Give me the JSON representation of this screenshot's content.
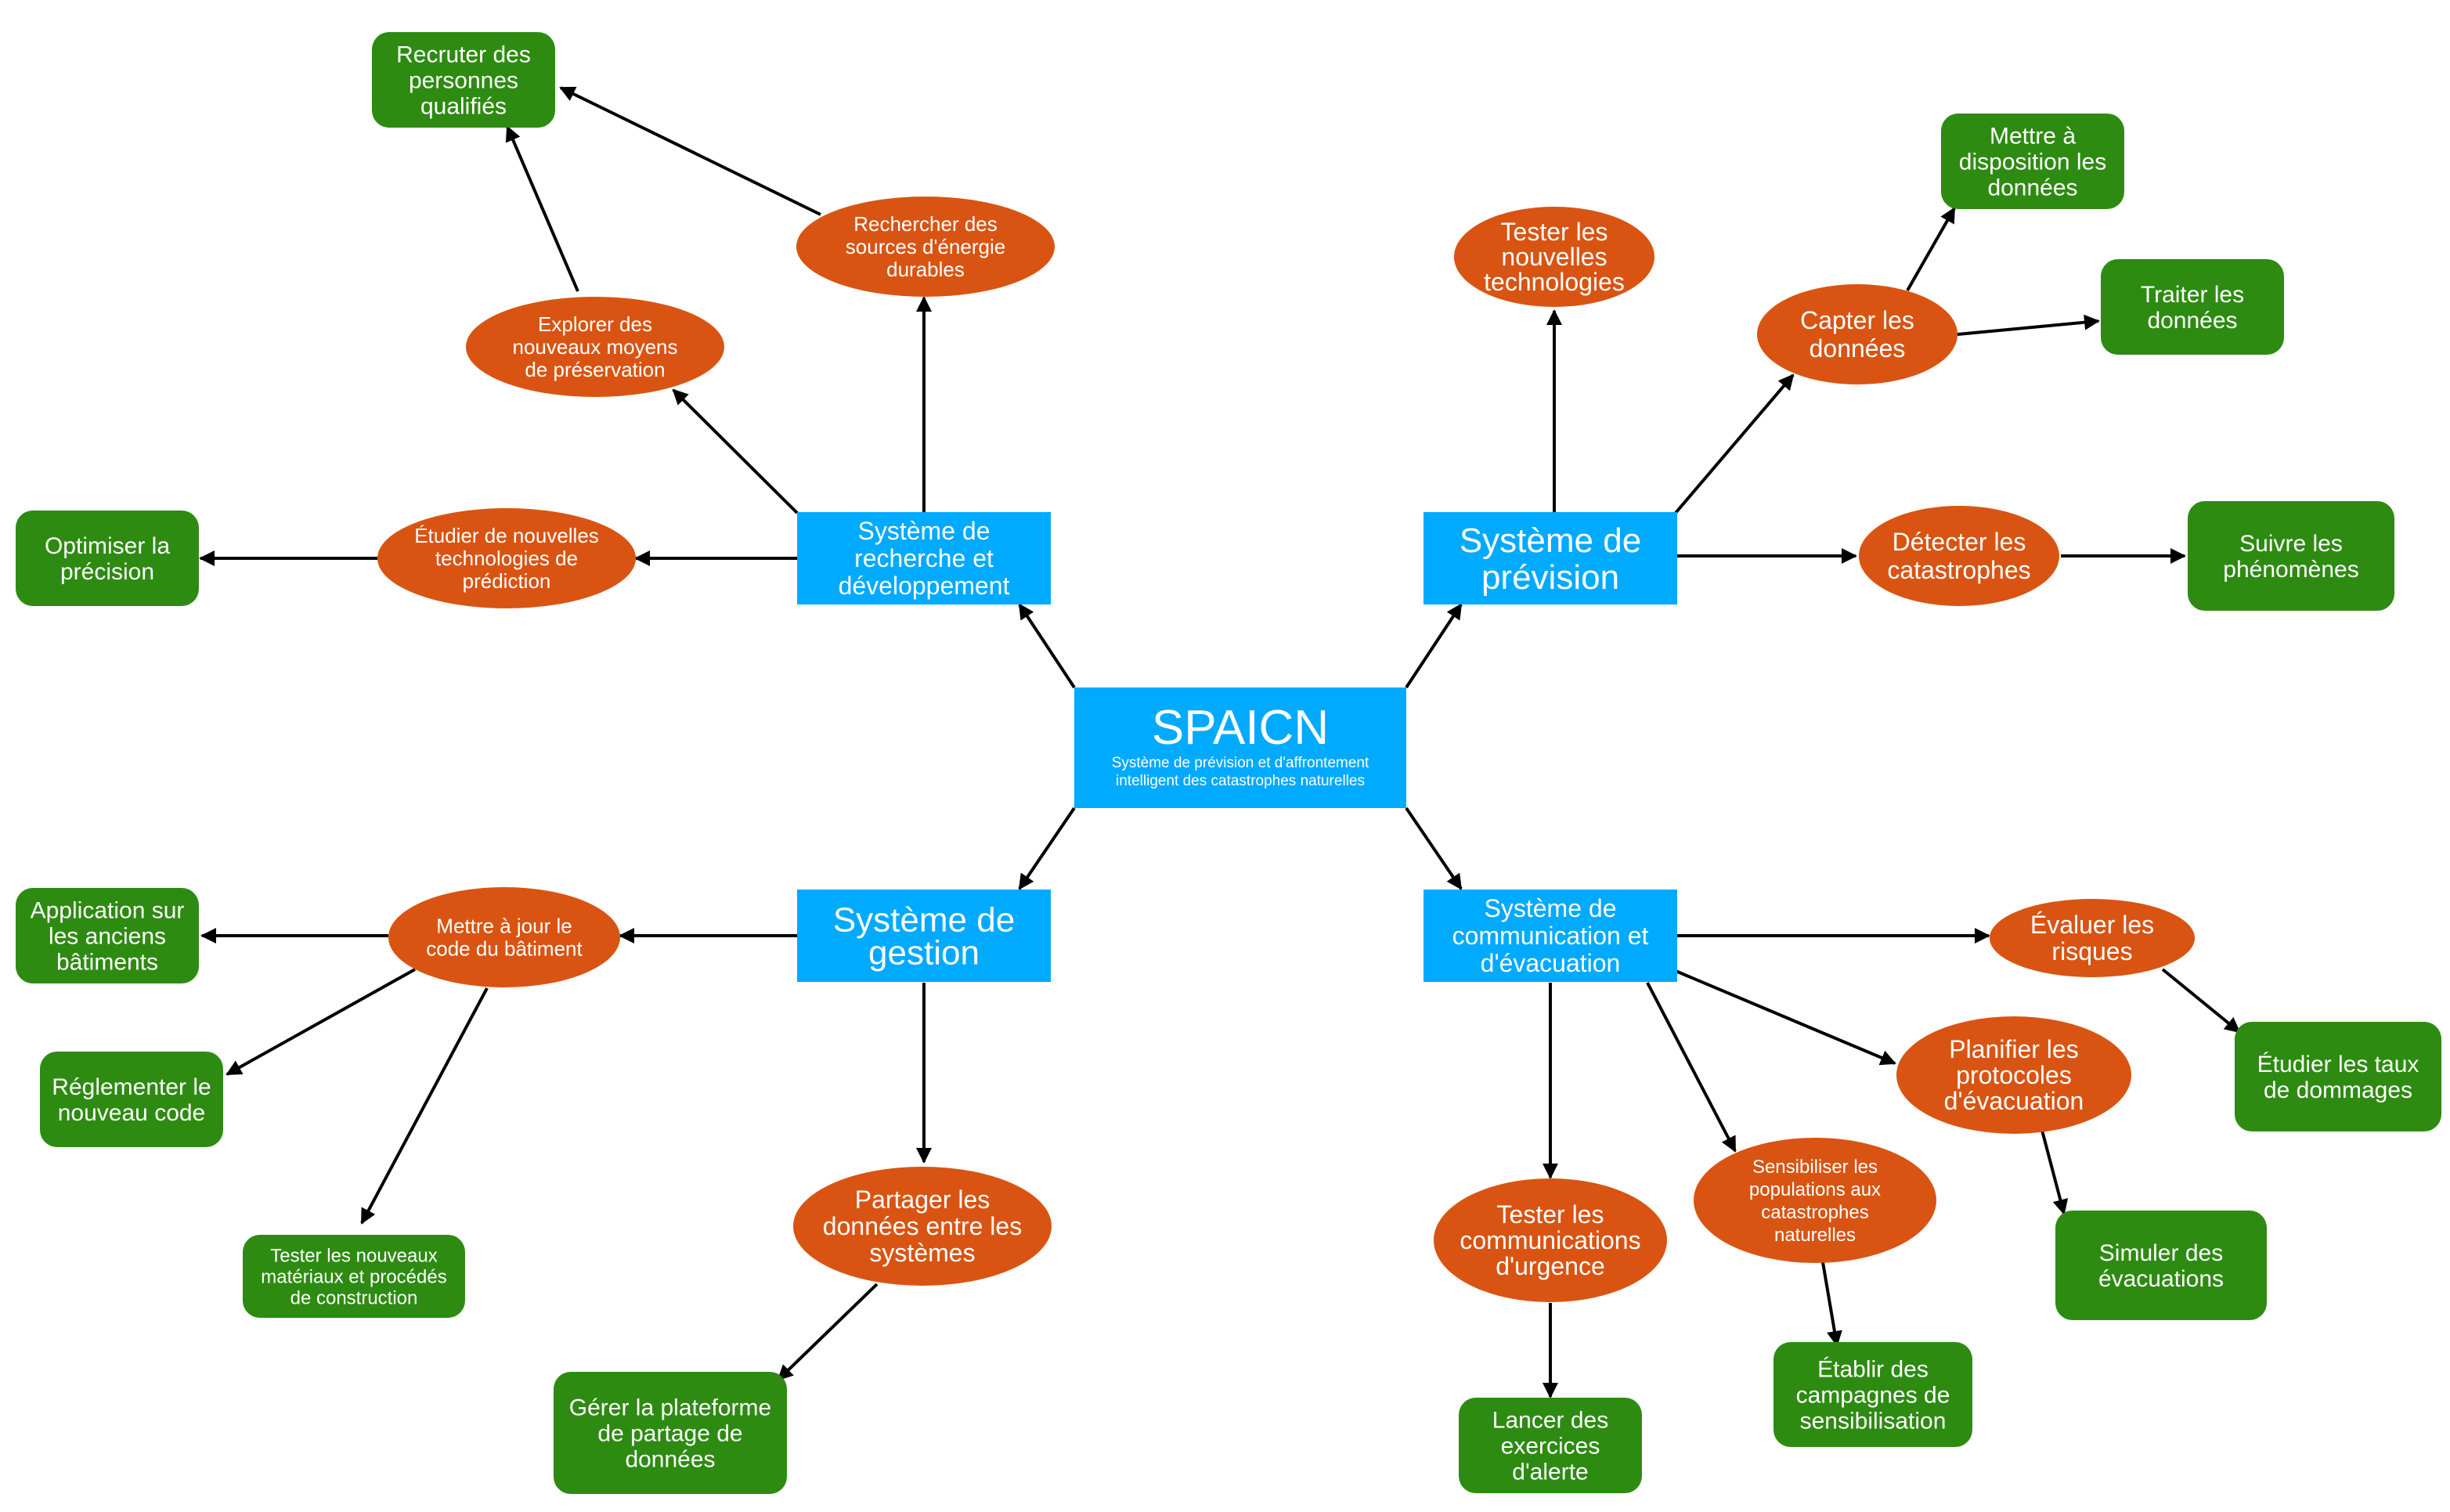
{
  "colors": {
    "blue": "#00AAFF",
    "orange": "#D95412",
    "green": "#2E8B12",
    "edge": "#000000"
  },
  "center": {
    "title": "SPAICN",
    "subtitle": [
      "Système de prévision et d'affrontement",
      "intelligent des catastrophes naturelles"
    ]
  },
  "nodes": {
    "rd": {
      "lines": [
        "Système de",
        "recherche et",
        "développement"
      ]
    },
    "prev": {
      "lines": [
        "Système de",
        "prévision"
      ]
    },
    "gest": {
      "lines": [
        "Système de",
        "gestion"
      ]
    },
    "comm": {
      "lines": [
        "Système de",
        "communication et",
        "d'évacuation"
      ]
    },
    "rech_src": {
      "lines": [
        "Rechercher des",
        "sources d'énergie",
        "durables"
      ]
    },
    "explorer": {
      "lines": [
        "Explorer des",
        "nouveaux moyens",
        "de préservation"
      ]
    },
    "etudier": {
      "lines": [
        "Étudier de nouvelles",
        "technologies de",
        "prédiction"
      ]
    },
    "recruter": {
      "lines": [
        "Recruter des",
        "personnes",
        "qualifiés"
      ]
    },
    "optimiser": {
      "lines": [
        "Optimiser la",
        "précision"
      ]
    },
    "tester_tech": {
      "lines": [
        "Tester les",
        "nouvelles",
        "technologies"
      ]
    },
    "capter": {
      "lines": [
        "Capter les",
        "données"
      ]
    },
    "detecter": {
      "lines": [
        "Détecter les",
        "catastrophes"
      ]
    },
    "mettre_dispo": {
      "lines": [
        "Mettre à",
        "disposition les",
        "données"
      ]
    },
    "traiter": {
      "lines": [
        "Traiter les",
        "données"
      ]
    },
    "suivre": {
      "lines": [
        "Suivre les",
        "phénomènes"
      ]
    },
    "maj_code": {
      "lines": [
        "Mettre à jour le",
        "code du bâtiment"
      ]
    },
    "partager": {
      "lines": [
        "Partager les",
        "données entre les",
        "systèmes"
      ]
    },
    "application": {
      "lines": [
        "Application sur",
        "les anciens",
        "bâtiments"
      ]
    },
    "reglementer": {
      "lines": [
        "Réglementer le",
        "nouveau code"
      ]
    },
    "tester_mat": {
      "lines": [
        "Tester les nouveaux",
        "matériaux et procédés",
        "de construction"
      ]
    },
    "gerer": {
      "lines": [
        "Gérer la plateforme",
        "de partage de",
        "données"
      ]
    },
    "evaluer": {
      "lines": [
        "Évaluer les",
        "risques"
      ]
    },
    "planifier": {
      "lines": [
        "Planifier les",
        "protocoles",
        "d'évacuation"
      ]
    },
    "sensibiliser": {
      "lines": [
        "Sensibiliser les",
        "populations aux",
        "catastrophes",
        "naturelles"
      ]
    },
    "tester_comm": {
      "lines": [
        "Tester les",
        "communications",
        "d'urgence"
      ]
    },
    "etudier_taux": {
      "lines": [
        "Étudier les taux",
        "de dommages"
      ]
    },
    "simuler": {
      "lines": [
        "Simuler des",
        "évacuations"
      ]
    },
    "etablir": {
      "lines": [
        "Établir des",
        "campagnes de",
        "sensibilisation"
      ]
    },
    "lancer": {
      "lines": [
        "Lancer des",
        "exercices",
        "d'alerte"
      ]
    }
  }
}
